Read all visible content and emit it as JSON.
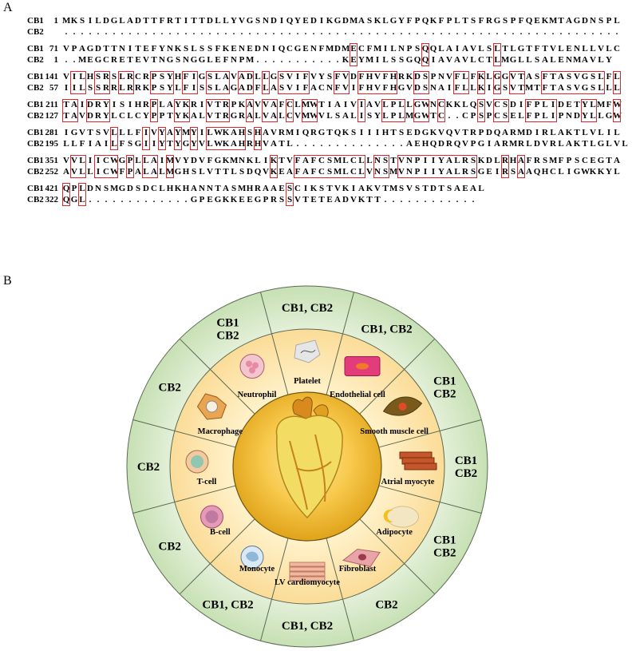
{
  "panels": {
    "a": "A",
    "b": "B"
  },
  "alignment": {
    "blocks": [
      {
        "cb1": {
          "label": "CB1",
          "start": "1",
          "seq": "MKSILDGLADTTFRTITTDLLYVGSNDIQYEDIKGDMASKLGYFPQKFPLTSFRGSPFQEKMTAGDNSPL"
        },
        "cb2": {
          "label": "CB2",
          "start": "",
          "seq": "......................................................................"
        }
      },
      {
        "cb1": {
          "label": "CB1",
          "start": "71",
          "seq": "VPAGDTTNITEFYNKSLSSFKENEDNIQCGENFMDMECFMILNPSQQLAIAVLSLTLGTFTVLENLLVLC"
        },
        "cb2": {
          "label": "CB2",
          "start": "1",
          "seq": "..MEGCRETEVTNGSNGGLEFNPM...........KEYMILSSGQQIAVAVLCTLMGLLSALENMAVLY"
        }
      },
      {
        "cb1": {
          "label": "CB1",
          "start": "141",
          "seq": "VILHSRSLRCRPSYHFIGSLAVADLLGSVIFVYSFVDFHVFHRKDSPNVFLFKLGGVTASFTASVGSLFL"
        },
        "cb2": {
          "label": "CB2",
          "start": "57",
          "seq": "IILSSRRLRRKPSYLFISSLAGADFLASVIFACNFVIFHVFHGVDSNAIFLLKIGSVTMTFTASVGSLLL"
        }
      },
      {
        "cb1": {
          "label": "CB1",
          "start": "211",
          "seq": "TAIDRYISIHRPLAYKRIVTRPKAVVAFCLMWTIAIVIAVLPLLGWNCKKLQSVCSDIFPLIDETYLMFW"
        },
        "cb2": {
          "label": "CB2",
          "start": "127",
          "seq": "TAVDRYLCLCYPPTYKALVTRGRALVALCVMWVLSALISYLPLMGWTC..CPSPCSELFPLIPNDYLLGW"
        }
      },
      {
        "cb1": {
          "label": "CB1",
          "start": "281",
          "seq": "IGVTSVLLLFIVYAYMYILWKAHSHAVRMIQRGTQKSIIIHTSEDGKVQVTRPDQARMDIRLAKTLVLIL"
        },
        "cb2": {
          "label": "CB2",
          "start": "195",
          "seq": "LLFIAILFSGIIYTYGYVLWKAHRHVATL..............AEHQDRQVPGIARMRLDVRLAKTLGLVL"
        }
      },
      {
        "cb1": {
          "label": "CB1",
          "start": "351",
          "seq": "VVLIICWGPLLAIMVYDVFGKMNKLIKTVFAFCSMLCLLNSTVNPIIYALRSKDLRHAFRSMFPSCEGTA"
        },
        "cb2": {
          "label": "CB2",
          "start": "252",
          "seq": "AVLLICWFPALALMGHSLVTTLSDQVKEAFAFCSMLCLVNSMVNPIIYALRSGEIRSAAQHCLIGWKKYL"
        }
      },
      {
        "cb1": {
          "label": "CB1",
          "start": "421",
          "seq": "QPLDNSMGDSDCLHKHANNTASMHRAAESCIKSTVKIAKVTMSVSTDTSAEAL"
        },
        "cb2": {
          "label": "CB2",
          "start": "322",
          "seq": "QGL.............GPEGKKEEGPRSSVTETEADVKTT............"
        }
      }
    ]
  },
  "wheel": {
    "center": {
      "icon": "heart-icon"
    },
    "segments": [
      {
        "cell": "Platelet",
        "receptors": [
          "CB1, CB2"
        ],
        "icon": "platelet-icon",
        "color": "#dcdcdc"
      },
      {
        "cell": "Endothelial cell",
        "receptors": [
          "CB1, CB2"
        ],
        "icon": "endothelial-cell-icon",
        "color": "#e23c7a"
      },
      {
        "cell": "Smooth muscle cell",
        "receptors": [
          "CB1",
          "CB2"
        ],
        "icon": "smooth-muscle-cell-icon",
        "color": "#7a5a1a"
      },
      {
        "cell": "Atrial myocyte",
        "receptors": [
          "CB1",
          "CB2"
        ],
        "icon": "atrial-myocyte-icon",
        "color": "#c4562a"
      },
      {
        "cell": "Adipocyte",
        "receptors": [
          "CB1",
          "CB2"
        ],
        "icon": "adipocyte-icon",
        "color": "#f3e6c2"
      },
      {
        "cell": "Fibroblast",
        "receptors": [
          "CB2"
        ],
        "icon": "fibroblast-icon",
        "color": "#e8a4a6"
      },
      {
        "cell": "LV cardiomyocyte",
        "receptors": [
          "CB1, CB2"
        ],
        "icon": "lv-cardiomyocyte-icon",
        "color": "#f0b8a0"
      },
      {
        "cell": "Monocyte",
        "receptors": [
          "CB1, CB2"
        ],
        "icon": "monocyte-icon",
        "color": "#8fb8d8"
      },
      {
        "cell": "B-cell",
        "receptors": [
          "CB2"
        ],
        "icon": "b-cell-icon",
        "color": "#e59bb8"
      },
      {
        "cell": "T-cell",
        "receptors": [
          "CB2"
        ],
        "icon": "t-cell-icon",
        "color": "#8fc7b2"
      },
      {
        "cell": "Macrophage",
        "receptors": [
          "CB2"
        ],
        "icon": "macrophage-icon",
        "color": "#e9a552"
      },
      {
        "cell": "Neutrophil",
        "receptors": [
          "CB1",
          "CB2"
        ],
        "icon": "neutrophil-icon",
        "color": "#e88aa3"
      }
    ],
    "colors": {
      "outer_ring": "#d3e7c4",
      "inner_ring": "#fbe4a8",
      "center": "#f3b928",
      "box_outline": "#e3262c"
    }
  }
}
